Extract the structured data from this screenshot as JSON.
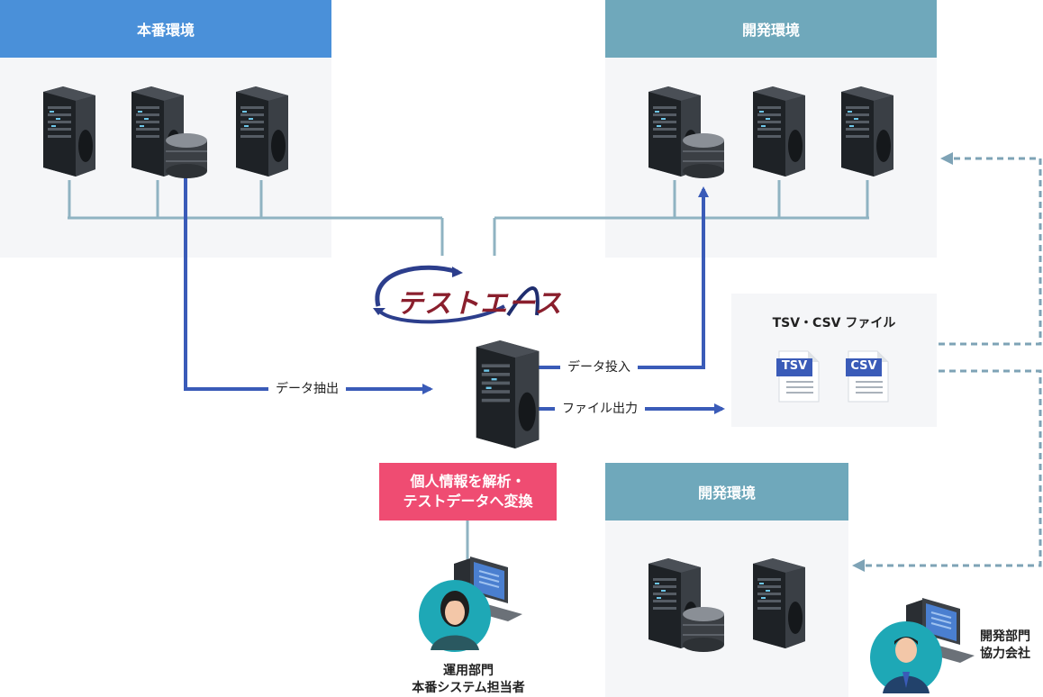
{
  "panels": {
    "production": {
      "title": "本番環境"
    },
    "development_top": {
      "title": "開発環境"
    },
    "development_bottom": {
      "title": "開発環境"
    }
  },
  "logo": {
    "text": "テストエース"
  },
  "flows": {
    "extract": "データ抽出",
    "load": "データ投入",
    "file_output": "ファイル出力"
  },
  "file_box": {
    "title": "TSV・CSV ファイル",
    "files": [
      "TSV",
      "CSV"
    ]
  },
  "process": {
    "line1": "個人情報を解析・",
    "line2": "テストデータへ変換"
  },
  "operator": {
    "line1": "運用部門",
    "line2": "本番システム担当者"
  },
  "partner": {
    "line1": "開発部門",
    "line2": "協力会社"
  },
  "colors": {
    "production": "#4a90d9",
    "development": "#6fa8bb",
    "flow": "#3a5bb8",
    "connector": "#8fb3c2",
    "dashed": "#7ea3b6",
    "process": "#ef4c72"
  }
}
